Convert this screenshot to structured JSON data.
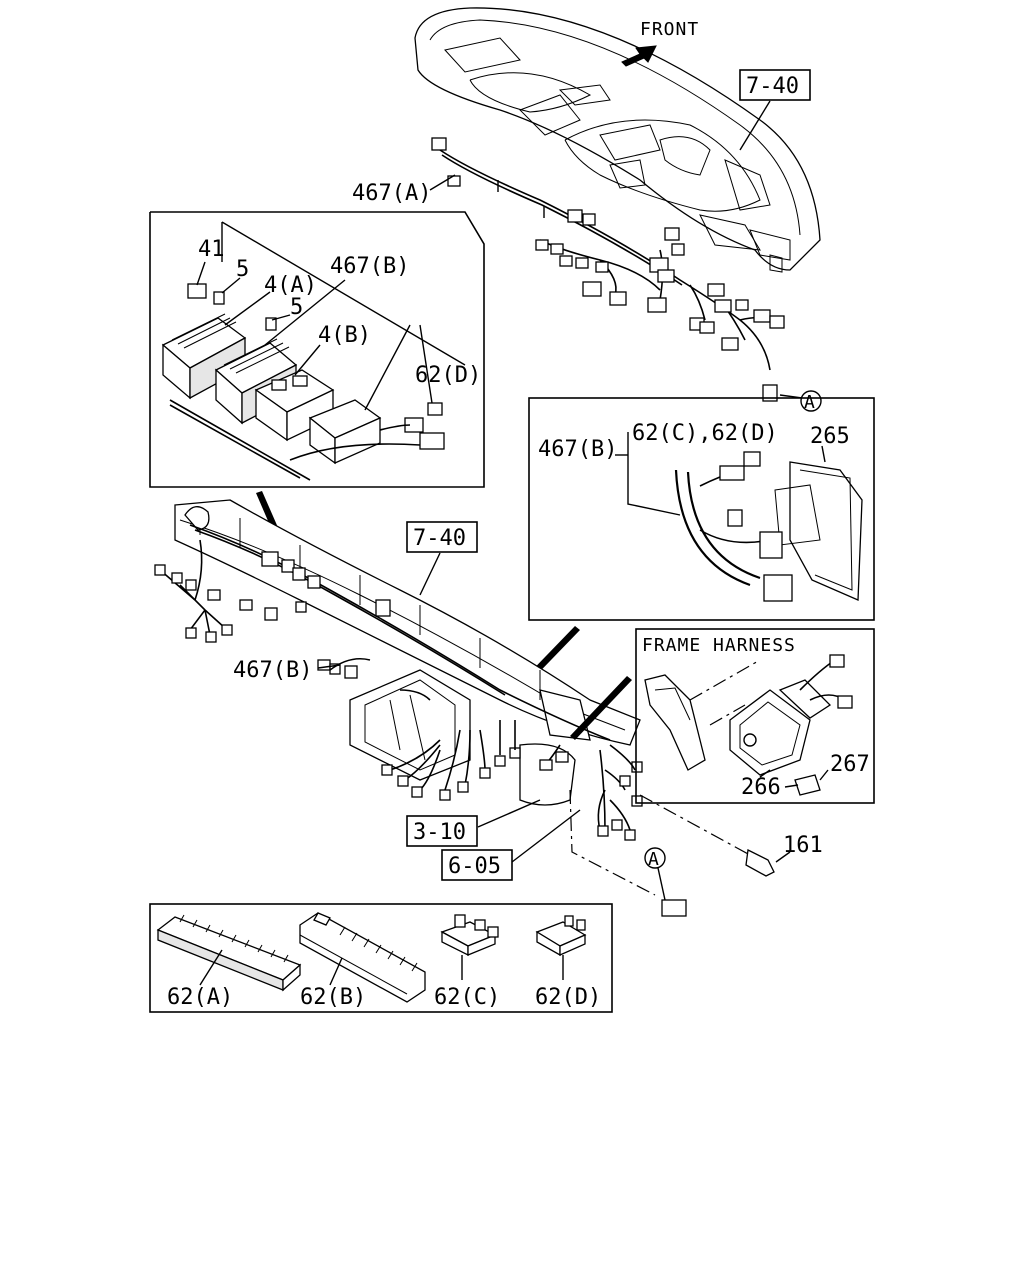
{
  "front_label": "FRONT",
  "frame_harness_label": "FRAME HARNESS",
  "refs": {
    "ref_top": "7-40",
    "ref_mid": "7-40",
    "ref_310": "3-10",
    "ref_605": "6-05"
  },
  "callouts": {
    "c467a": "467(A)",
    "c41": "41",
    "c5a": "5",
    "c4a": "4(A)",
    "c467b_inset": "467(B)",
    "c5b": "5",
    "c4b": "4(B)",
    "c62d_inset": "62(D)",
    "c467b_right": "467(B)",
    "c62cd": "62(C),62(D)",
    "c265": "265",
    "c467b_main": "467(B)",
    "c266": "266",
    "c267": "267",
    "c161": "161",
    "c62a": "62(A)",
    "c62b": "62(B)",
    "c62c": "62(C)",
    "c62d_bottom": "62(D)"
  },
  "circle_marker": "A"
}
